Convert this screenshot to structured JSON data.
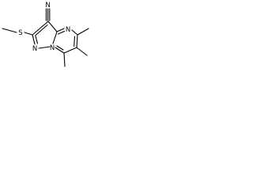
{
  "molecule": {
    "atoms": {
      "nitrile_n": "N",
      "ring_n4": "N",
      "ring_n2": "N",
      "bridge_n": "N",
      "sulfur": "S"
    },
    "colors": {
      "ink": "#000000",
      "background": "#ffffff"
    }
  }
}
